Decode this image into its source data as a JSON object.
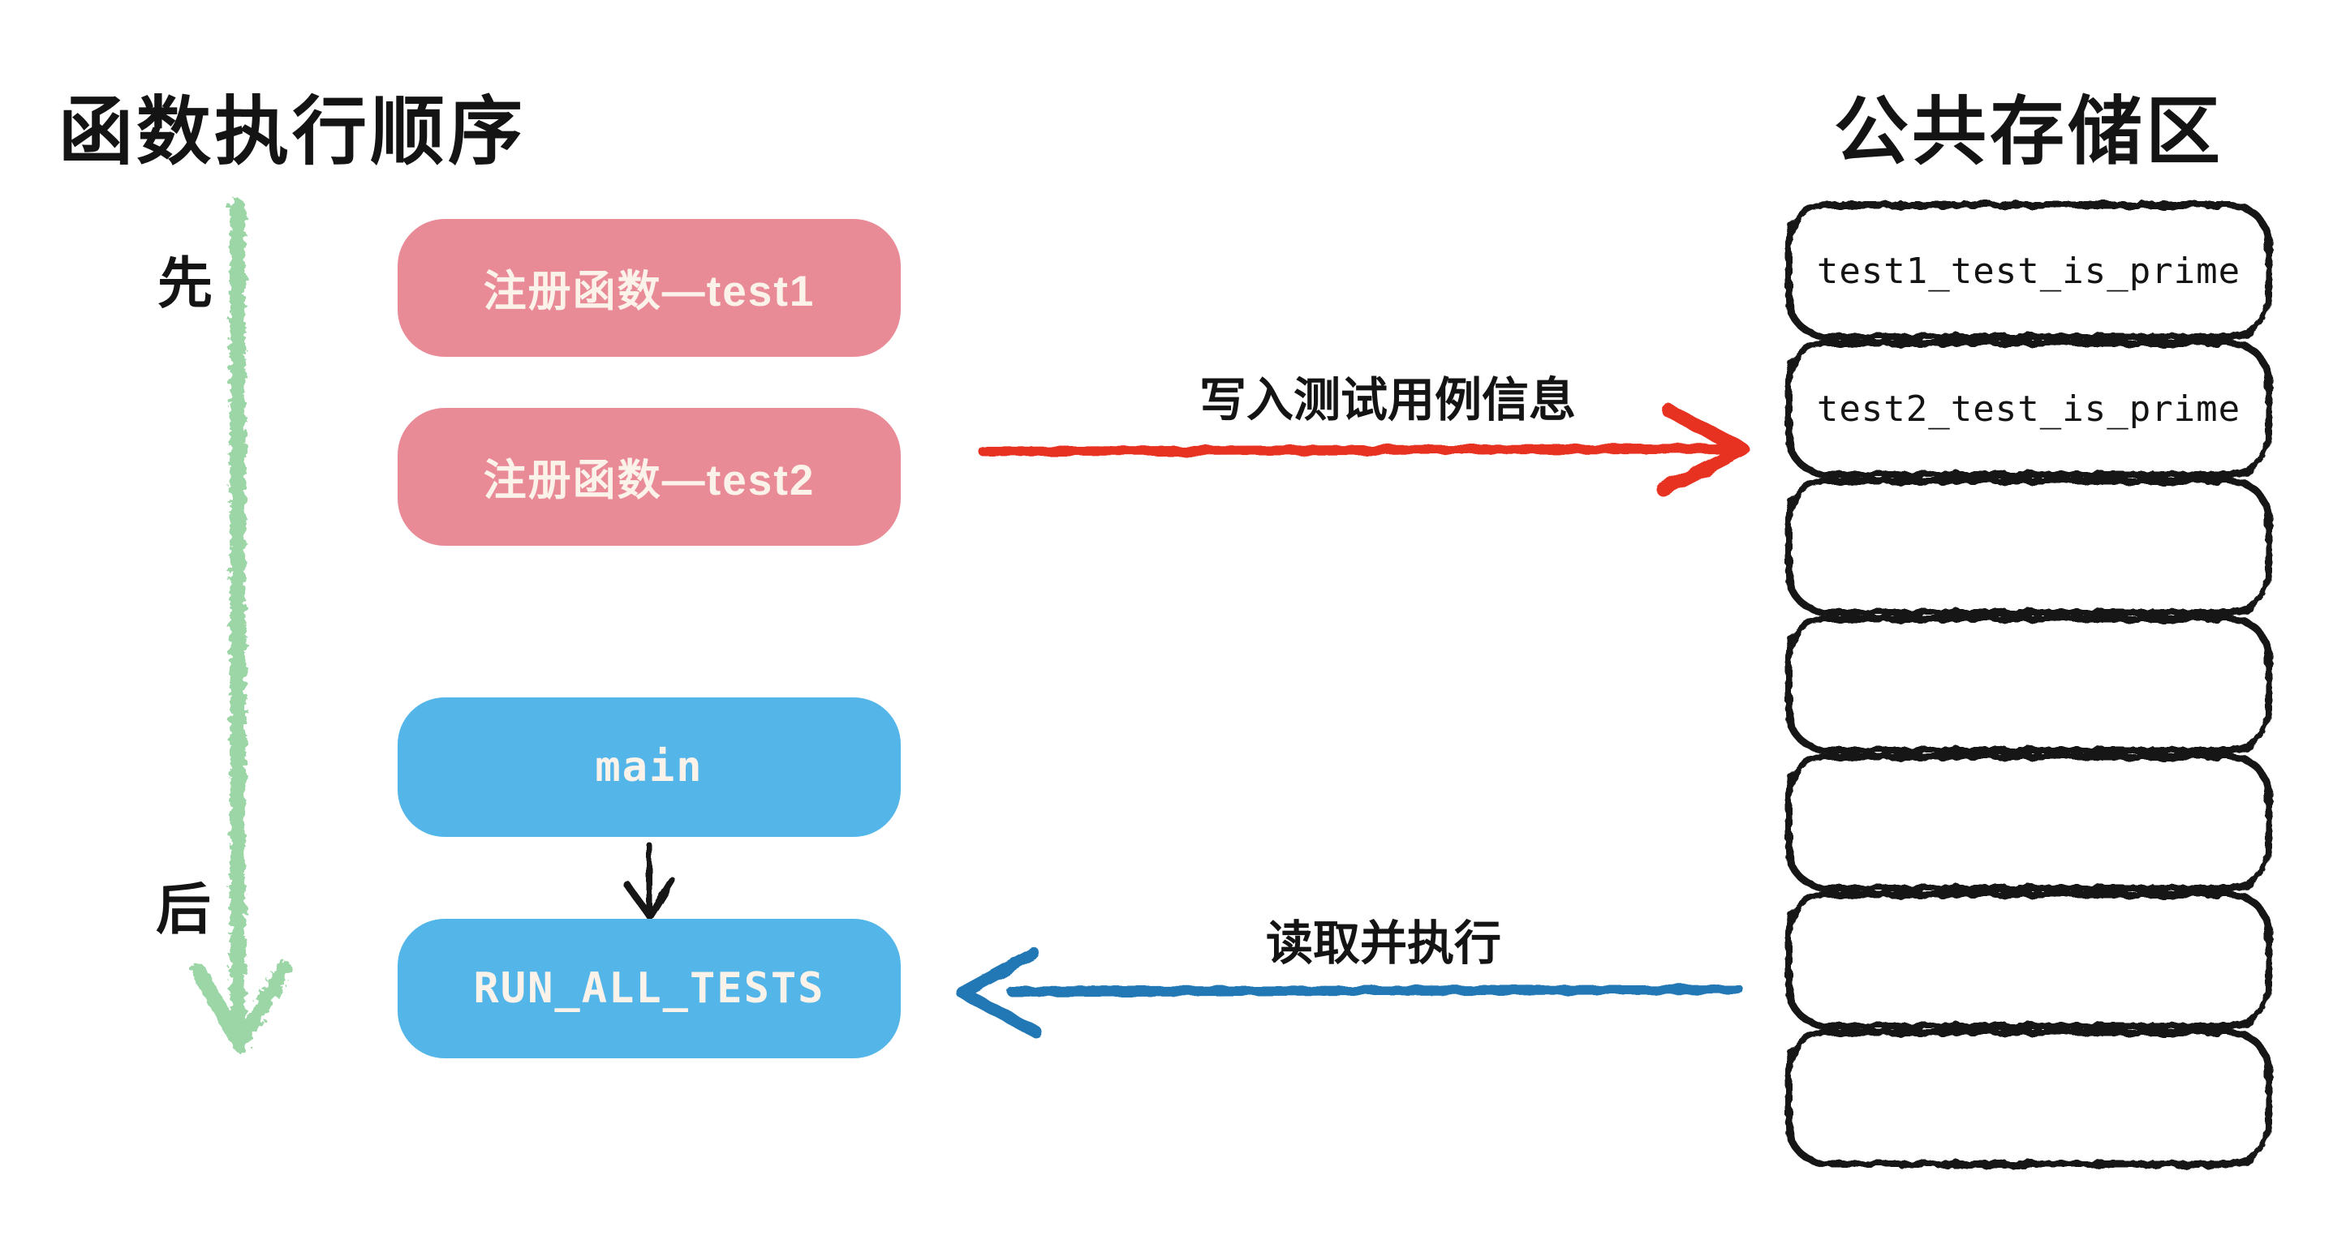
{
  "left_panel": {
    "title": "函数执行顺序",
    "order_first_label": "先",
    "order_last_label": "后",
    "flow_boxes": [
      {
        "label": "注册函数—test1",
        "kind": "register-function"
      },
      {
        "label": "注册函数—test2",
        "kind": "register-function"
      },
      {
        "label": "main",
        "kind": "entry-point"
      },
      {
        "label": "RUN_ALL_TESTS",
        "kind": "macro-call"
      }
    ]
  },
  "arrows": {
    "write": {
      "label": "写入测试用例信息",
      "direction": "left-to-right"
    },
    "read": {
      "label": "读取并执行",
      "direction": "right-to-left"
    },
    "execution_order": {
      "from": "先",
      "to": "后",
      "direction": "top-to-bottom"
    },
    "main_to_run": {
      "from": "main",
      "to": "RUN_ALL_TESTS",
      "direction": "top-to-bottom"
    }
  },
  "storage": {
    "title": "公共存储区",
    "slots": [
      {
        "label": "test1_test_is_prime"
      },
      {
        "label": "test2_test_is_prime"
      },
      {
        "label": ""
      },
      {
        "label": ""
      },
      {
        "label": ""
      },
      {
        "label": ""
      },
      {
        "label": ""
      }
    ]
  },
  "colors": {
    "pink": "#e98a97",
    "blue": "#54b5e9",
    "green": "#9cd6a6",
    "red": "#e73322",
    "bluearrow": "#2478b4",
    "boxtext": "#fbf2ea"
  }
}
